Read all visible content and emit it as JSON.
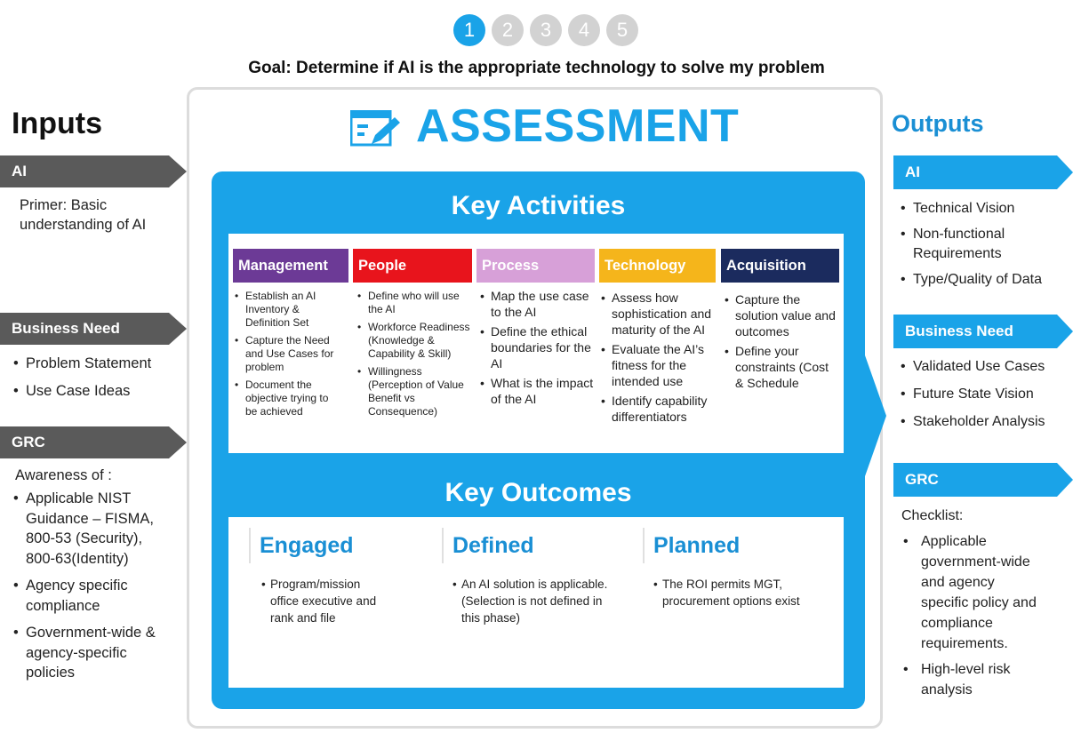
{
  "steps": [
    "1",
    "2",
    "3",
    "4",
    "5"
  ],
  "goal": "Goal: Determine if AI is the appropriate technology to solve my problem",
  "inputs": {
    "title": "Inputs",
    "ai": {
      "label": "AI",
      "text_lines": [
        "Primer: Basic",
        "understanding of AI"
      ]
    },
    "business_need": {
      "label": "Business Need",
      "items": [
        "Problem Statement",
        "Use Case Ideas"
      ]
    },
    "grc": {
      "label": "GRC",
      "intro": "Awareness of :",
      "items": [
        [
          "Applicable NIST",
          "Guidance – FISMA,",
          "800-53 (Security),",
          "800-63(Identity)"
        ],
        [
          "Agency specific",
          "compliance"
        ],
        [
          "Government-wide &",
          "agency-specific",
          "policies"
        ]
      ]
    }
  },
  "center": {
    "title": "ASSESSMENT",
    "icon": "assessment-window-pencil-icon",
    "key_activities": {
      "title": "Key Activities",
      "columns": [
        {
          "name": "Management",
          "color": "#6c3a96",
          "items": [
            [
              "Establish an AI",
              "Inventory &",
              "Definition Set"
            ],
            [
              "Capture the Need",
              "and Use Cases for",
              "problem"
            ],
            [
              "Document the",
              "objective trying to",
              "be achieved"
            ]
          ]
        },
        {
          "name": "People",
          "color": "#e8141c",
          "items": [
            [
              "Define who will use",
              "the AI"
            ],
            [
              "Workforce Readiness",
              "(Knowledge &",
              "Capability & Skill)"
            ],
            [
              "Willingness",
              "(Perception of Value",
              "Benefit vs",
              "Consequence)"
            ]
          ]
        },
        {
          "name": "Process",
          "color": "#d7a0d8",
          "items": [
            [
              "Map the use case",
              "to the AI"
            ],
            [
              "Define the ethical",
              "boundaries for the",
              "AI"
            ],
            [
              "What is the impact",
              "of the AI"
            ]
          ]
        },
        {
          "name": "Technology",
          "color": "#f5b51b",
          "items": [
            [
              "Assess how",
              "sophistication and",
              "maturity of the AI"
            ],
            [
              "Evaluate the AI’s",
              "fitness for the",
              "intended use"
            ],
            [
              "Identify capability",
              "differentiators"
            ]
          ]
        },
        {
          "name": "Acquisition",
          "color": "#1b2b5e",
          "items": [
            [
              "Capture the",
              "solution value and",
              "outcomes"
            ],
            [
              "Define your",
              "constraints (Cost",
              "& Schedule"
            ]
          ]
        }
      ]
    },
    "key_outcomes": {
      "title": "Key Outcomes",
      "items": [
        {
          "title": "Engaged",
          "text": [
            "Program/mission",
            "office executive and",
            "rank and file"
          ]
        },
        {
          "title": "Defined",
          "text": [
            "An AI solution is applicable.",
            "(Selection is not defined in",
            "this phase)"
          ]
        },
        {
          "title": "Planned",
          "text": [
            "The ROI permits MGT,",
            "procurement  options exist"
          ]
        }
      ]
    }
  },
  "outputs": {
    "title": "Outputs",
    "ai": {
      "label": "AI",
      "items": [
        [
          "Technical Vision"
        ],
        [
          "Non-functional",
          "Requirements"
        ],
        [
          "Type/Quality of Data"
        ]
      ]
    },
    "business_need": {
      "label": "Business Need",
      "items": [
        "Validated Use Cases",
        "Future State Vision",
        "Stakeholder Analysis"
      ]
    },
    "grc": {
      "label": "GRC",
      "intro": "Checklist:",
      "items": [
        [
          "Applicable",
          "government-wide",
          "and agency",
          "specific policy and",
          "compliance",
          "requirements."
        ],
        [
          "High-level risk",
          "analysis"
        ]
      ]
    }
  },
  "colors": {
    "accent_blue": "#1aa3e8",
    "dark_banner": "#5a5a5a",
    "inactive_step": "#d2d2d2"
  }
}
